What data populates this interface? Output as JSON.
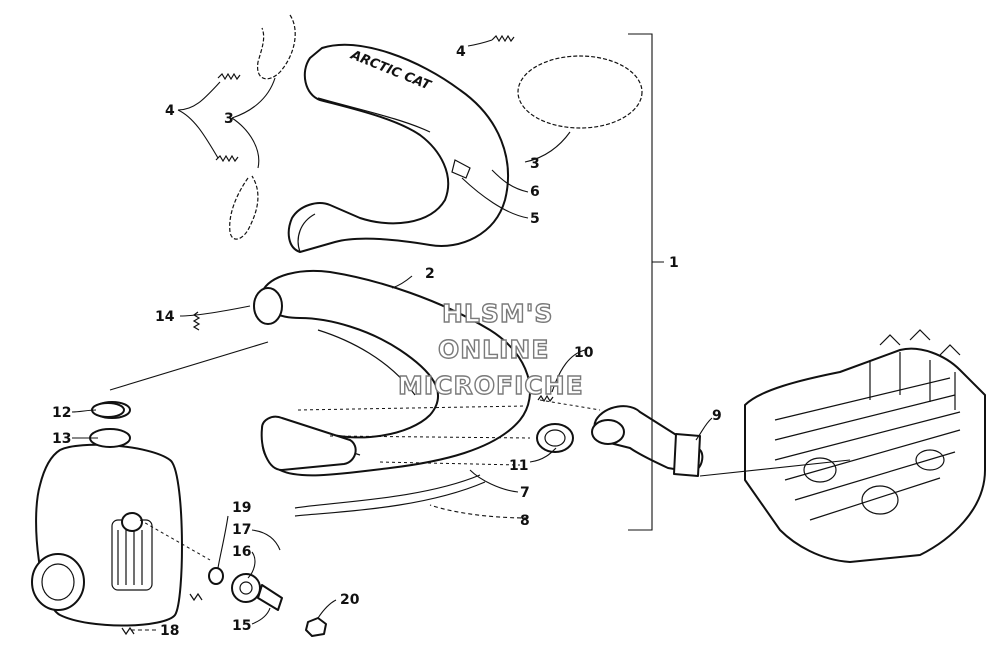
{
  "brand_text": "ARCTIC CAT",
  "watermark": [
    "HLSM'S",
    "ONLINE",
    "MICROFICHE"
  ],
  "callouts": {
    "c1": "1",
    "c2": "2",
    "c3a": "3",
    "c3b": "3",
    "c4a": "4",
    "c4b": "4",
    "c5": "5",
    "c6": "6",
    "c7": "7",
    "c8": "8",
    "c9": "9",
    "c10": "10",
    "c11": "11",
    "c12": "12",
    "c13": "13",
    "c14": "14",
    "c15": "15",
    "c16": "16",
    "c17": "17",
    "c18": "18",
    "c19": "19",
    "c20": "20"
  }
}
